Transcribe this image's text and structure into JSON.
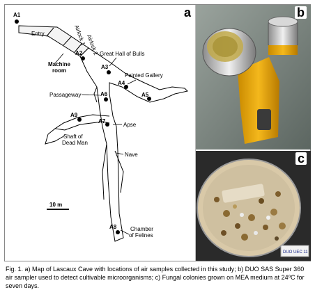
{
  "panels": {
    "a": {
      "letter": "a"
    },
    "b": {
      "letter": "b"
    },
    "c": {
      "letter": "c",
      "dish_label": "DUO UEC 11"
    }
  },
  "map": {
    "labels": {
      "entry": "Entry",
      "airlock1": "Airlock 1",
      "airlock2": "Airlock 2",
      "machine_room": "Machine room",
      "great_hall": "Great Hall of Bulls",
      "painted_gallery": "Painted Gallery",
      "passageway": "Passageway",
      "apse": "Apse",
      "shaft": "Shaft of Dead Man",
      "nave": "Nave",
      "chamber": "Chamber of Felines",
      "scale": "10 m"
    },
    "points": [
      "A1",
      "A2",
      "A3",
      "A4",
      "A5",
      "A6",
      "A7",
      "A8",
      "A9"
    ]
  },
  "caption": {
    "text": "Fig. 1. a) Map of Lascaux Cave with locations of air samples collected in this study; b) DUO SAS Super 360 air sampler used to detect cultivable microorganisms; c) Fungal colonies grown on MEA medium at 24ºC for seven days."
  }
}
